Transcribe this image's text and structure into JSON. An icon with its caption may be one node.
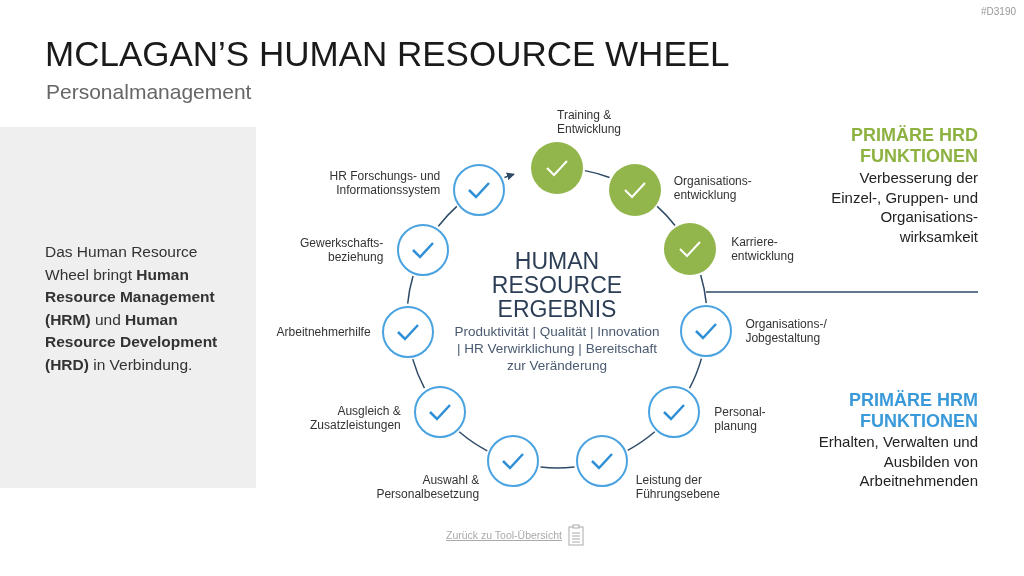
{
  "diagram": {
    "title": "MCLAGAN’S HUMAN RESOURCE WHEEL",
    "nodes": [
      {
        "text": [],
        "shape": "circle",
        "beside": [
          "Training & Entwicklung"
        ]
      },
      {
        "text": [],
        "shape": "circle",
        "beside": [
          "Organisations- entwicklung"
        ]
      },
      {
        "text": [],
        "shape": "circle",
        "beside": [
          "Karriere- entwicklung"
        ]
      },
      {
        "text": [],
        "shape": "circle",
        "beside": [
          "Organisations-/ Jobgestaltung"
        ]
      },
      {
        "text": [],
        "shape": "circle",
        "beside": [
          "Personal- planung"
        ]
      },
      {
        "text": [],
        "shape": "circle",
        "beside": [
          "Leistung der Führungsebene"
        ]
      },
      {
        "text": [],
        "shape": "circle",
        "beside": [
          "Auswahl & Personalbesetzung"
        ]
      },
      {
        "text": [],
        "shape": "circle",
        "beside": [
          "Ausgleich & Zusatzleistungen"
        ]
      },
      {
        "text": [],
        "shape": "circle",
        "beside": [
          "Arbeitnehmerhilfe"
        ]
      },
      {
        "text": [],
        "shape": "circle",
        "beside": [
          "Gewerkschafts- beziehung"
        ]
      },
      {
        "text": [],
        "shape": "circle",
        "beside": [
          "HR Forschungs- und Informationssystem"
        ]
      }
    ],
    "edges": [
      {
        "from": 0,
        "to": 1,
        "arrow": "none"
      },
      {
        "from": 1,
        "to": 2,
        "arrow": "none"
      },
      {
        "from": 2,
        "to": 3,
        "arrow": "none"
      },
      {
        "from": 3,
        "to": 4,
        "arrow": "none"
      },
      {
        "from": 4,
        "to": 5,
        "arrow": "none"
      },
      {
        "from": 5,
        "to": 6,
        "arrow": "none"
      },
      {
        "from": 6,
        "to": 7,
        "arrow": "none"
      },
      {
        "from": 7,
        "to": 8,
        "arrow": "none"
      },
      {
        "from": 8,
        "to": 9,
        "arrow": "none"
      },
      {
        "from": 9,
        "to": 10,
        "arrow": "none"
      },
      {
        "from": 10,
        "to": 0,
        "arrow": "to"
      }
    ],
    "labels": [
      "#D3190",
      "Personalmanagement",
      "Das Human Resource Wheel bringt **Human Resource Management (HRM)** und **Human Resource Development (HRD)** in Verbindung.",
      "HUMAN RESOURCE ERGEBNIS",
      "Produktivität | Qualität | Innovation | HR Verwirklichung | Bereitschaft zur Veränderung",
      "PRIMÄRE HRD FUNKTIONEN",
      "Verbesserung der Einzel-, Gruppen- und Organisations- wirksamkeit",
      "PRIMÄRE HRM FUNKTIONEN",
      "Erhalten, Verwalten und Ausbilden von Arbeitnehmenden",
      "Zurück zu Tool-Übersicht"
    ]
  }
}
